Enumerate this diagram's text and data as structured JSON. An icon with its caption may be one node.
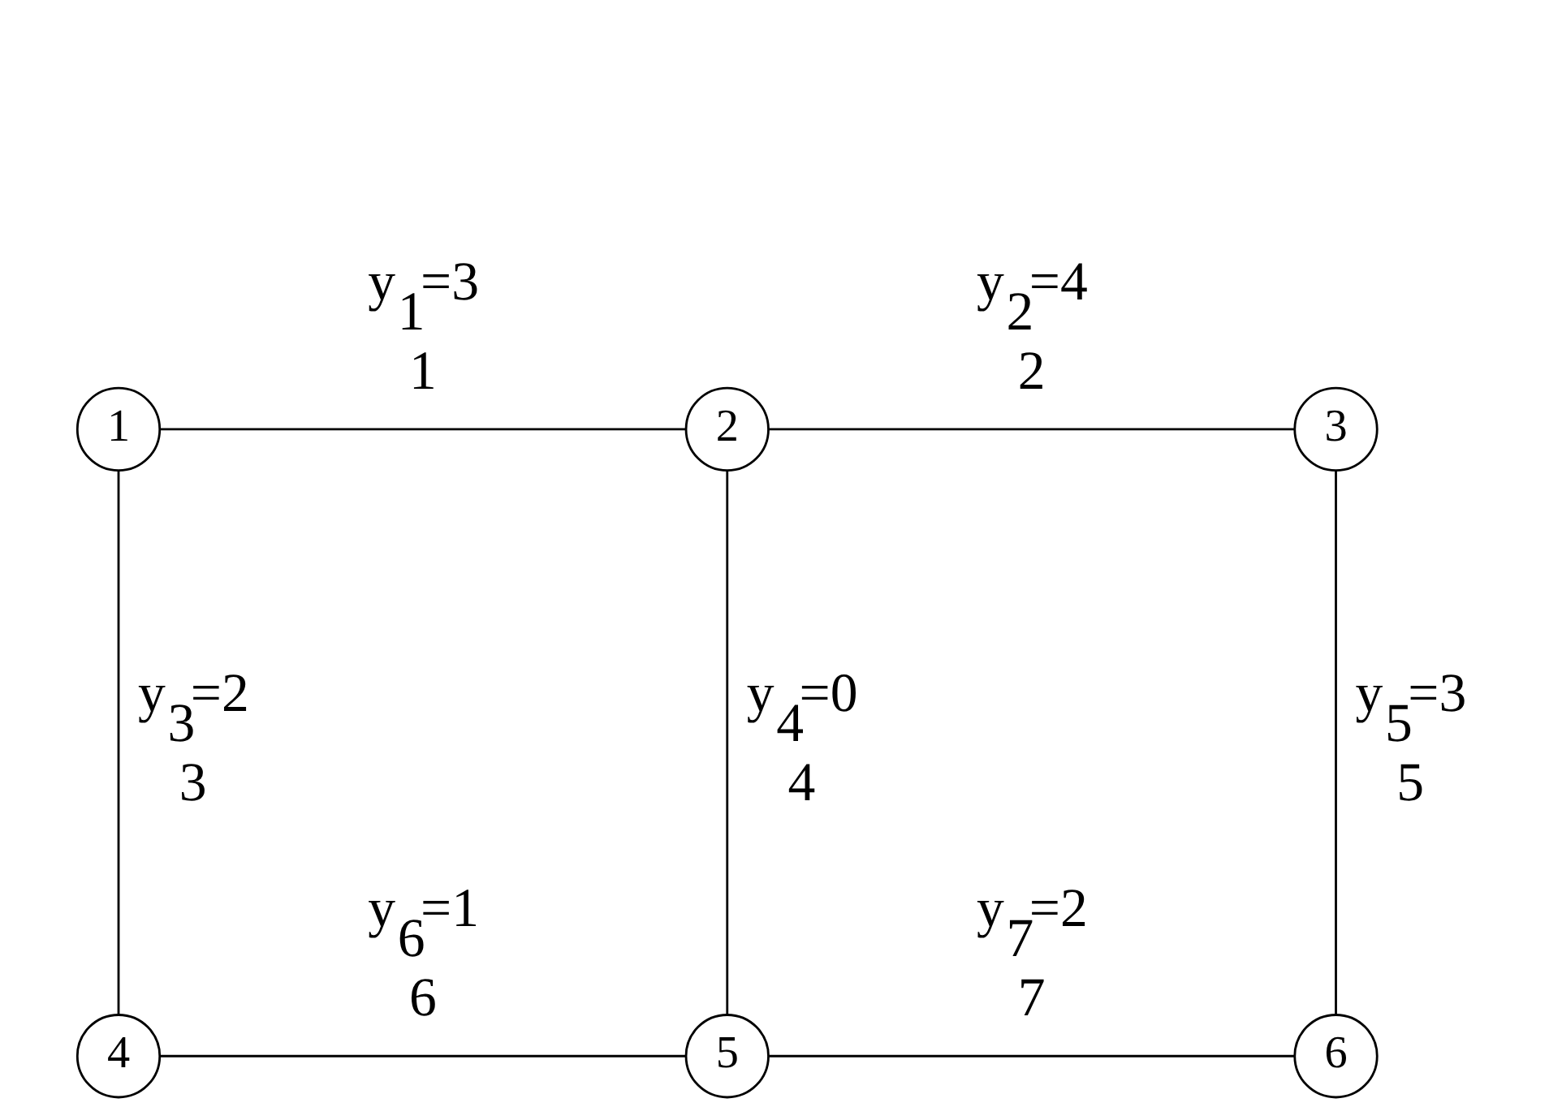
{
  "diagram": {
    "nodes": [
      {
        "text": [
          "1"
        ]
      },
      {
        "text": [
          "2"
        ]
      },
      {
        "text": [
          "3"
        ]
      },
      {
        "text": [
          "4"
        ]
      },
      {
        "text": [
          "5"
        ]
      },
      {
        "text": [
          "6"
        ]
      }
    ],
    "edges": [
      {
        "from": 0,
        "to": 1,
        "arrow": "none",
        "label": "y$_{1}$=3"
      },
      {
        "from": 1,
        "to": 2,
        "arrow": "none",
        "label": "y$_{2}$=4"
      },
      {
        "from": 0,
        "to": 3,
        "arrow": "none",
        "label": "y$_{3}$=2"
      },
      {
        "from": 1,
        "to": 4,
        "arrow": "none",
        "label": "y$_{4}$=0"
      },
      {
        "from": 2,
        "to": 5,
        "arrow": "none",
        "label": "y$_{5}$=3"
      },
      {
        "from": 3,
        "to": 4,
        "arrow": "none",
        "label": "y$_{6}$=1"
      },
      {
        "from": 4,
        "to": 5,
        "arrow": "none",
        "label": "y$_{7}$=2"
      }
    ],
    "labels": [
      "1",
      "2",
      "3",
      "4",
      "5",
      "6",
      "7"
    ]
  }
}
